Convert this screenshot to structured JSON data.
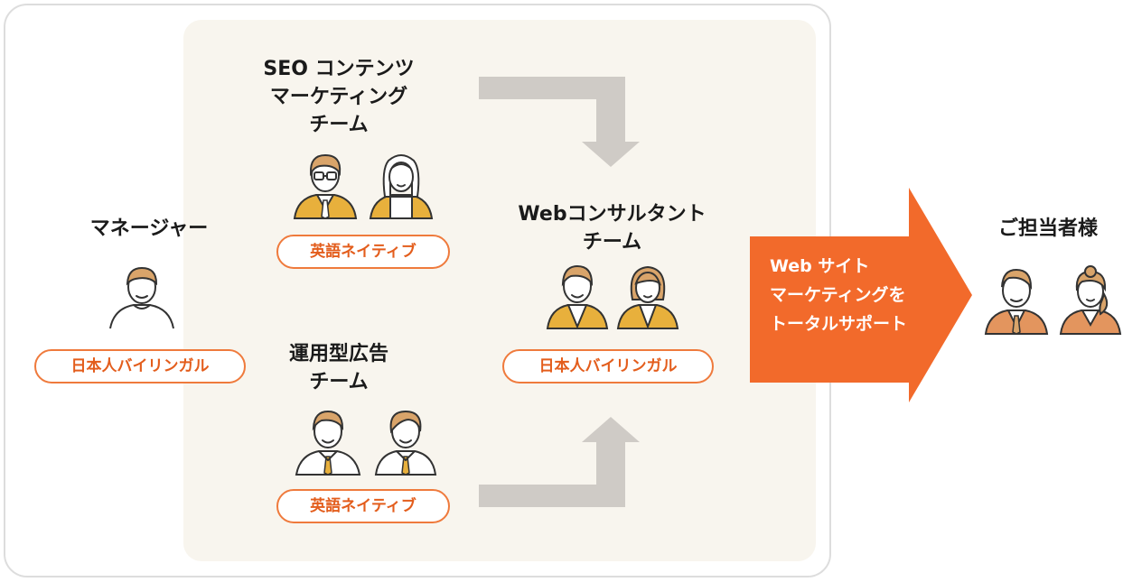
{
  "manager": {
    "title": "マネージャー",
    "badge": "日本人バイリンガル"
  },
  "seo_team": {
    "title_lines": [
      "SEO コンテンツ",
      "マーケティング",
      "チーム"
    ],
    "badge": "英語ネイティブ"
  },
  "ads_team": {
    "title_lines": [
      "運用型広告",
      "チーム"
    ],
    "badge": "英語ネイティブ"
  },
  "web_team": {
    "title_lines": [
      "Webコンサルタント",
      "チーム"
    ],
    "badge": "日本人バイリンガル"
  },
  "cta": {
    "lines": [
      "Web サイト",
      "マーケティングを",
      "トータルサポート"
    ]
  },
  "client": {
    "title": "ご担当者様"
  },
  "colors": {
    "accent": "#f26a2b",
    "badge_border": "#ef7a3c",
    "arrow_gray": "#cfcbc6",
    "panel_bg": "#f8f5ee",
    "frame_border": "#dddddd",
    "hair": "#d9a46a",
    "mustard": "#e8b03c",
    "suit_brown": "#e3955e"
  }
}
